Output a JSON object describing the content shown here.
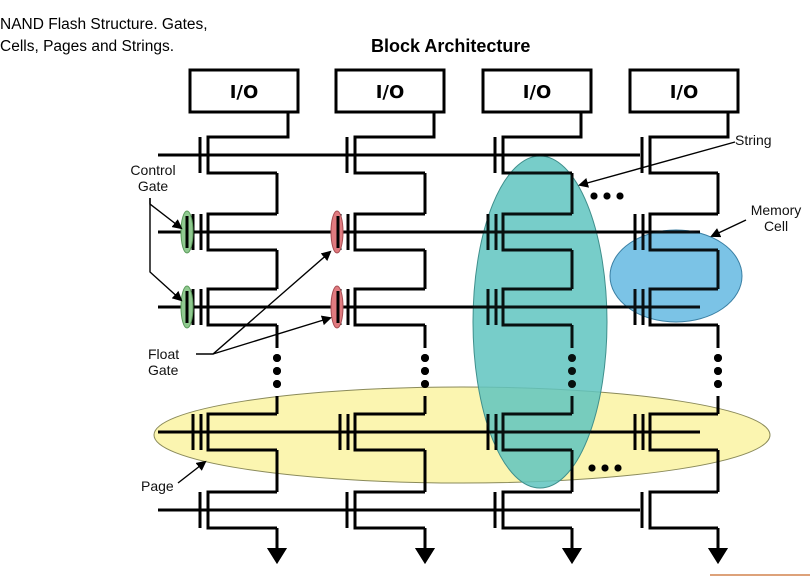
{
  "caption": {
    "line1": "NAND Flash Structure. Gates,",
    "line2": "Cells, Pages and Strings."
  },
  "diagram": {
    "title": "Block Architecture",
    "io_labels": [
      "I/O",
      "I/O",
      "I/O",
      "I/O"
    ],
    "annotations": {
      "control_gate": [
        "Control",
        "Gate"
      ],
      "float_gate": [
        "Float",
        "Gate"
      ],
      "page": "Page",
      "string": "String",
      "memory_cell": [
        "Memory",
        "Cell"
      ]
    },
    "colors": {
      "control_gate": "#8fc98f",
      "float_gate": "#e07a7f",
      "string_highlight": "#5fc4c0",
      "memory_cell_highlight": "#64b8e2",
      "page_highlight": "#fbf5b0",
      "accent_line": "#d2844e"
    },
    "columns": 4,
    "rows_shown": [
      "select-top",
      "cell",
      "cell",
      "cell",
      "select-bottom"
    ]
  }
}
